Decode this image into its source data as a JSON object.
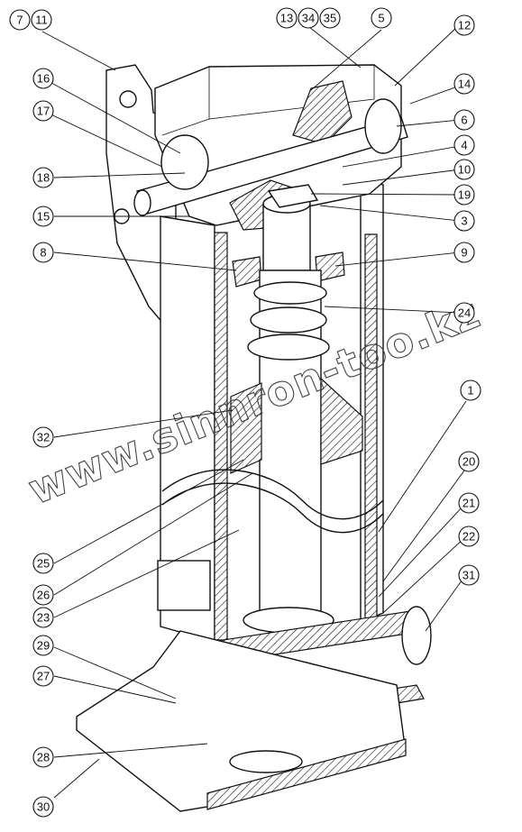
{
  "watermark": "www.sinnron-too.kz",
  "callouts": [
    {
      "id": "c7",
      "label": "7"
    },
    {
      "id": "c11",
      "label": "11"
    },
    {
      "id": "c13",
      "label": "13"
    },
    {
      "id": "c34",
      "label": "34"
    },
    {
      "id": "c35",
      "label": "35"
    },
    {
      "id": "c5",
      "label": "5"
    },
    {
      "id": "c12",
      "label": "12"
    },
    {
      "id": "c14",
      "label": "14"
    },
    {
      "id": "c16",
      "label": "16"
    },
    {
      "id": "c17",
      "label": "17"
    },
    {
      "id": "c6",
      "label": "6"
    },
    {
      "id": "c4",
      "label": "4"
    },
    {
      "id": "c18",
      "label": "18"
    },
    {
      "id": "c10",
      "label": "10"
    },
    {
      "id": "c19",
      "label": "19"
    },
    {
      "id": "c15",
      "label": "15"
    },
    {
      "id": "c3",
      "label": "3"
    },
    {
      "id": "c8",
      "label": "8"
    },
    {
      "id": "c9",
      "label": "9"
    },
    {
      "id": "c24",
      "label": "24"
    },
    {
      "id": "c1",
      "label": "1"
    },
    {
      "id": "c32",
      "label": "32"
    },
    {
      "id": "c20",
      "label": "20"
    },
    {
      "id": "c21",
      "label": "21"
    },
    {
      "id": "c22",
      "label": "22"
    },
    {
      "id": "c25",
      "label": "25"
    },
    {
      "id": "c31",
      "label": "31"
    },
    {
      "id": "c26",
      "label": "26"
    },
    {
      "id": "c23",
      "label": "23"
    },
    {
      "id": "c29",
      "label": "29"
    },
    {
      "id": "c27",
      "label": "27"
    },
    {
      "id": "c28",
      "label": "28"
    },
    {
      "id": "c30",
      "label": "30"
    }
  ]
}
